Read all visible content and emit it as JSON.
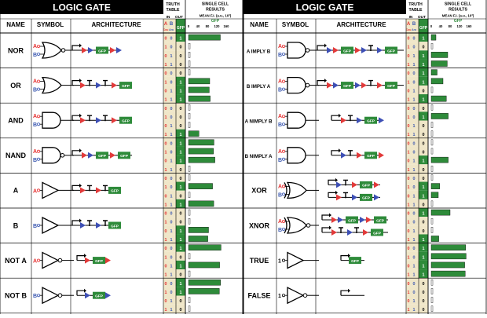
{
  "header": {
    "logic_gate": "LOGIC GATE",
    "truth_table_1": "TRUTH",
    "truth_table_2": "TABLE",
    "in": "IN",
    "out": "OUT",
    "single_cell_1": "SINGLE CELL",
    "single_cell_2": "RESULTS",
    "mean_fi": "MEAN F.I. (a.u., 10³)",
    "gfp_axis": "GFP",
    "ticks": [
      "0",
      "40",
      "80",
      "120",
      "160"
    ],
    "col_name": "NAME",
    "col_symbol": "SYMBOL",
    "col_arch": "ARCHITECTURE",
    "a": "A",
    "b": "B",
    "cou": "Cou",
    "ara": "Ara",
    "gfp": "GFP"
  },
  "inputs": [
    [
      "0",
      "0"
    ],
    [
      "1",
      "0"
    ],
    [
      "0",
      "1"
    ],
    [
      "1",
      "1"
    ]
  ],
  "colors": {
    "header_bg": "#000000",
    "gfp_green": "#2e8b3a",
    "input_a_red": "#e53030",
    "input_b_blue": "#3a57b0",
    "promoter_red": "#e23a3a",
    "promoter_blue": "#3d4fb5",
    "truth_bg": "#efe6c8",
    "out_bg": "#2e8b3a"
  },
  "gates_left": [
    {
      "name": "NOR",
      "symbol": "nor",
      "arch": "nor",
      "outputs": [
        1,
        0,
        0,
        0
      ],
      "values": [
        135,
        0,
        0,
        0
      ]
    },
    {
      "name": "OR",
      "symbol": "or",
      "arch": "or",
      "outputs": [
        0,
        1,
        1,
        1
      ],
      "values": [
        1,
        90,
        88,
        92
      ]
    },
    {
      "name": "AND",
      "symbol": "and",
      "arch": "and",
      "outputs": [
        0,
        0,
        0,
        1
      ],
      "values": [
        1,
        2,
        2,
        44
      ]
    },
    {
      "name": "NAND",
      "symbol": "nand",
      "arch": "nand",
      "outputs": [
        1,
        1,
        1,
        0
      ],
      "values": [
        108,
        106,
        112,
        2
      ]
    },
    {
      "name": "A",
      "symbol": "buffer",
      "arch": "a",
      "outputs": [
        0,
        1,
        0,
        1
      ],
      "values": [
        1,
        102,
        2,
        107
      ]
    },
    {
      "name": "B",
      "symbol": "buffer",
      "arch": "b",
      "outputs": [
        0,
        0,
        1,
        1
      ],
      "values": [
        1,
        2,
        85,
        82
      ]
    },
    {
      "name": "NOT A",
      "symbol": "not",
      "arch": "not_a",
      "outputs": [
        1,
        0,
        1,
        0
      ],
      "values": [
        138,
        1,
        132,
        1
      ]
    },
    {
      "name": "NOT B",
      "symbol": "not",
      "arch": "not_b",
      "outputs": [
        1,
        1,
        0,
        0
      ],
      "values": [
        136,
        131,
        1,
        1
      ]
    }
  ],
  "gates_right": [
    {
      "name": "A IMPLY B",
      "symbol": "nand",
      "arch": "a_imply_b",
      "outputs": [
        1,
        0,
        1,
        1
      ],
      "values": [
        20,
        1,
        70,
        68
      ]
    },
    {
      "name": "B IMPLY A",
      "symbol": "nand",
      "arch": "b_imply_a",
      "outputs": [
        1,
        1,
        0,
        1
      ],
      "values": [
        25,
        50,
        1,
        64
      ]
    },
    {
      "name": "A NIMPLY B",
      "symbol": "and",
      "arch": "a_nimply_b",
      "outputs": [
        0,
        1,
        0,
        0
      ],
      "values": [
        1,
        72,
        1,
        2
      ]
    },
    {
      "name": "B NIMPLY A",
      "symbol": "and",
      "arch": "b_nimply_a",
      "outputs": [
        0,
        0,
        1,
        0
      ],
      "values": [
        1,
        1,
        72,
        1
      ]
    },
    {
      "name": "XOR",
      "symbol": "xor",
      "arch": "xor",
      "outputs": [
        0,
        1,
        1,
        0
      ],
      "values": [
        1,
        36,
        30,
        2
      ]
    },
    {
      "name": "XNOR",
      "symbol": "xnor",
      "arch": "xnor",
      "outputs": [
        1,
        0,
        0,
        1
      ],
      "values": [
        80,
        2,
        3,
        32
      ]
    },
    {
      "name": "TRUE",
      "symbol": "buffer_one",
      "input_label": "1",
      "arch": "true",
      "outputs": [
        1,
        1,
        1,
        1
      ],
      "values": [
        146,
        148,
        142,
        144
      ]
    },
    {
      "name": "FALSE",
      "symbol": "not_one",
      "input_label": "1",
      "arch": "false",
      "outputs": [
        0,
        0,
        0,
        0
      ],
      "values": [
        1,
        1,
        1,
        1
      ]
    }
  ]
}
